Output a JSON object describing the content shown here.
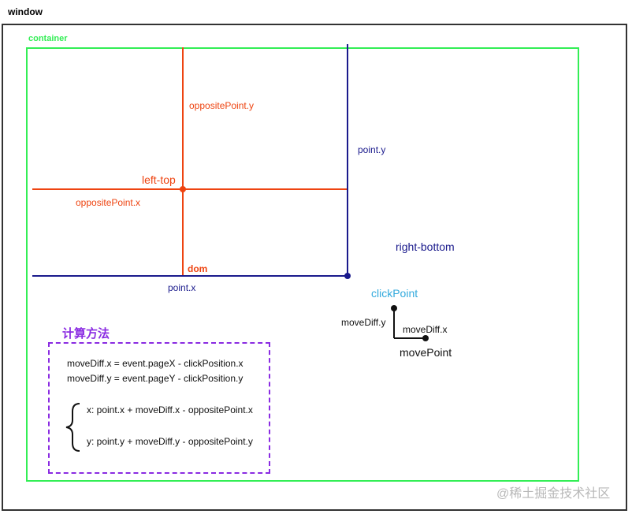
{
  "window_label": "window",
  "container_label": "container",
  "labels": {
    "opposite_point_y": "oppositePoint.y",
    "point_y": "point.y",
    "left_top": "left-top",
    "opposite_point_x": "oppositePoint.x",
    "right_bottom": "right-bottom",
    "dom": "dom",
    "point_x": "point.x",
    "click_point": "clickPoint",
    "move_diff_y": "moveDiff.y",
    "move_diff_x": "moveDiff.x",
    "move_point": "movePoint"
  },
  "method": {
    "title": "计算方法",
    "line1": "moveDiff.x = event.pageX - clickPosition.x",
    "line2": "moveDiff.y = event.pageY - clickPosition.y",
    "line3": "x: point.x + moveDiff.x - oppositePoint.x",
    "line4": "y: point.y + moveDiff.y - oppositePoint.y"
  },
  "watermark": "@稀土掘金技术社区",
  "colors": {
    "window": "#333333",
    "container": "#33ee55",
    "orange": "#ee4411",
    "navy": "#1a1a8c",
    "sky": "#33aadd",
    "purple": "#8a2be2",
    "black": "#111111"
  }
}
